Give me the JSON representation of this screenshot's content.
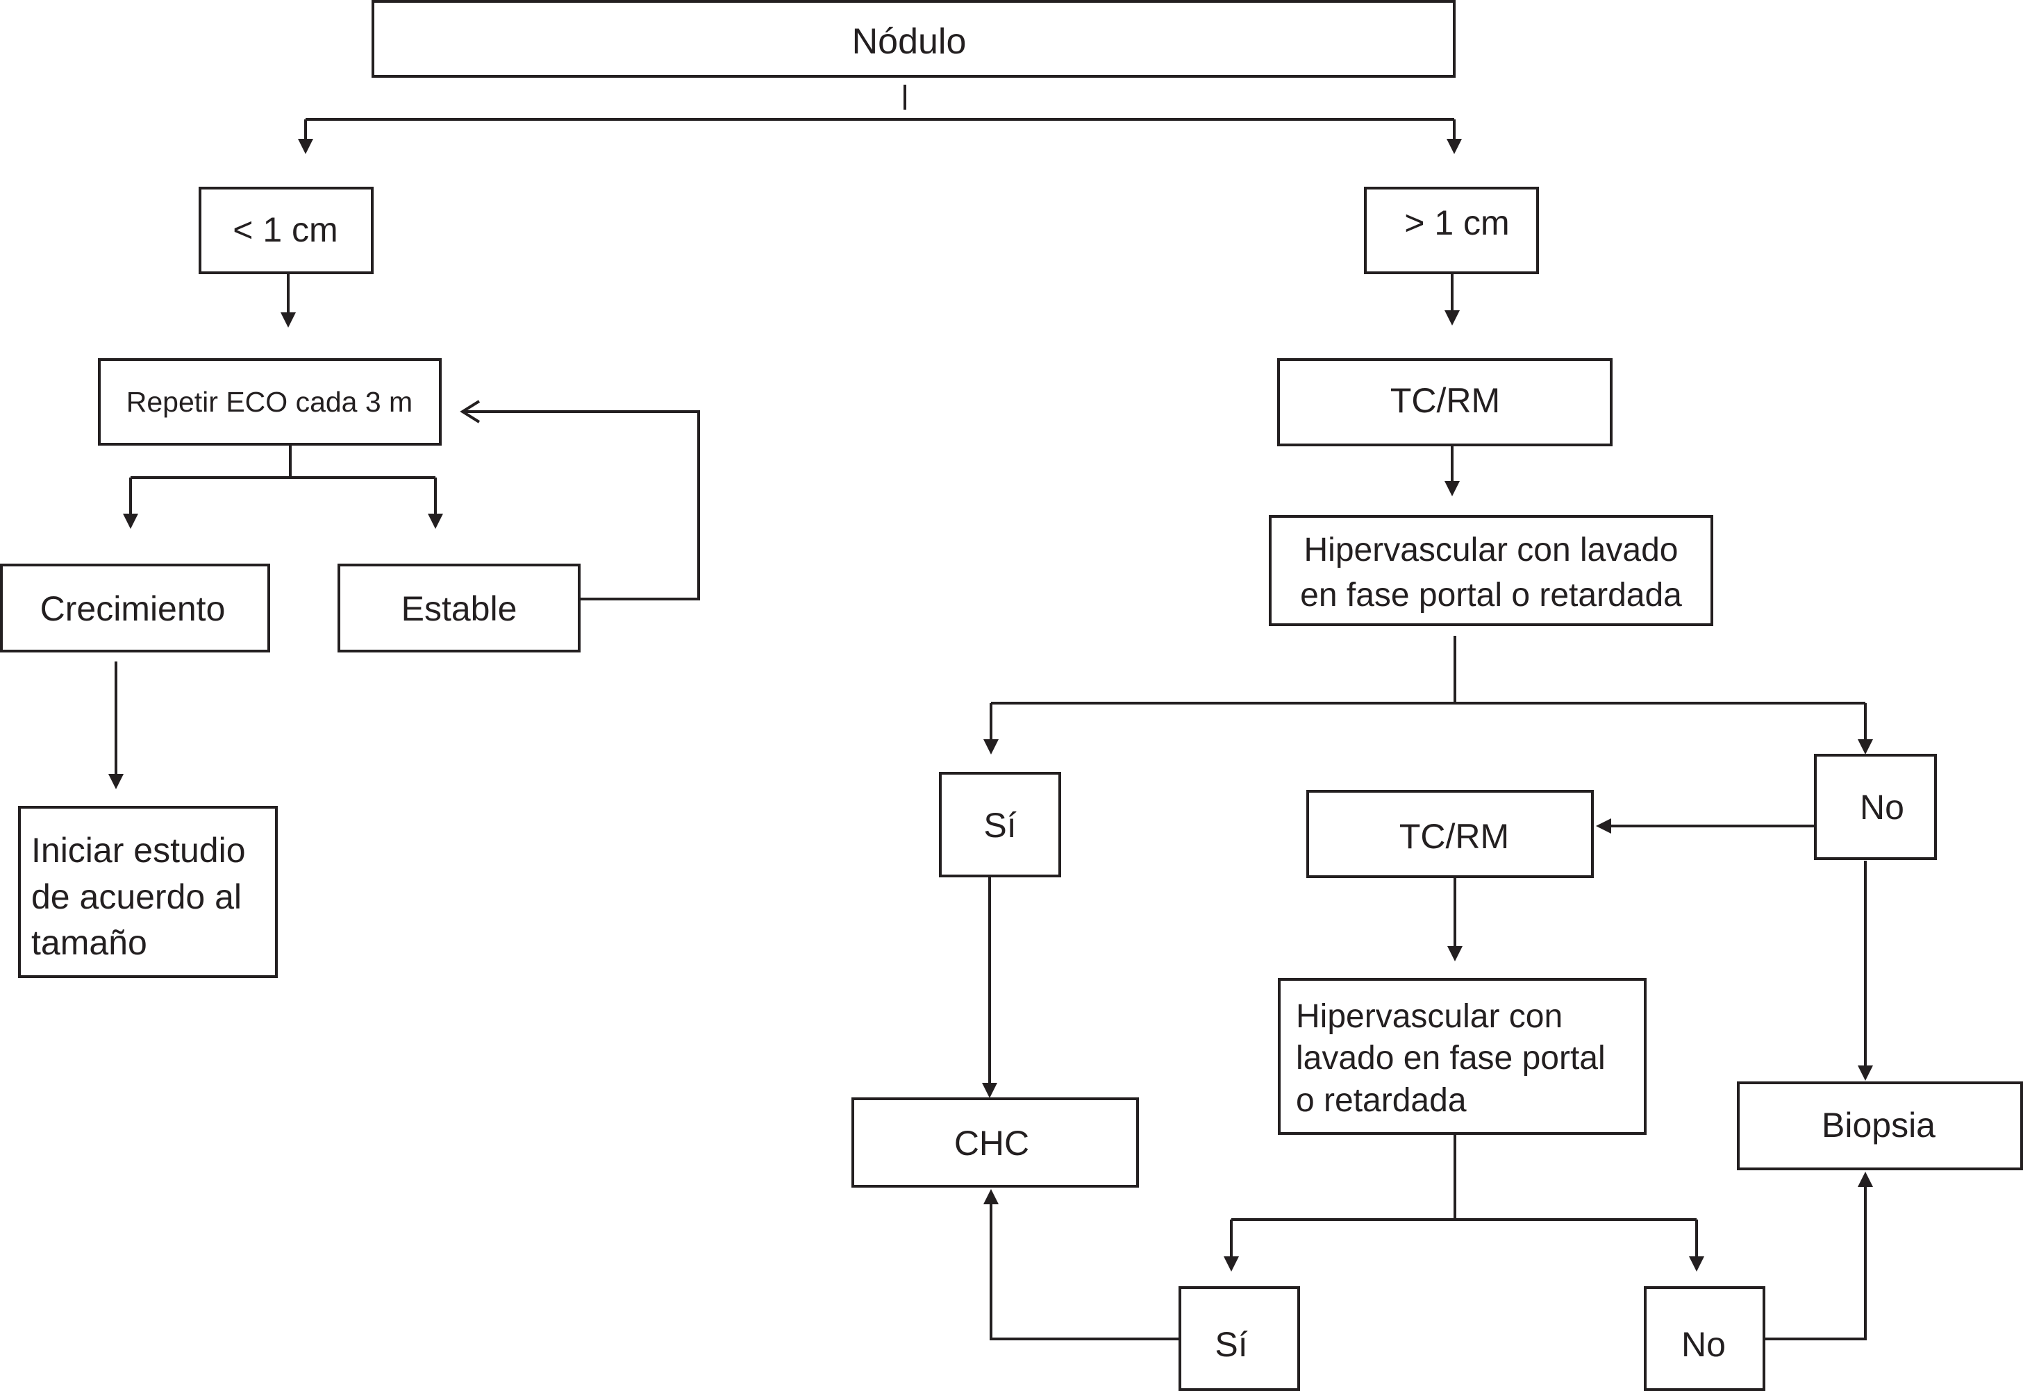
{
  "colors": {
    "stroke": "#231f20",
    "background": "#ffffff"
  },
  "nodes": {
    "nodulo": "Nódulo",
    "lt1cm": "< 1 cm",
    "gt1cm": "> 1 cm",
    "repetir": "Repetir ECO cada 3 m",
    "crecimiento": "Crecimiento",
    "estable": "Estable",
    "iniciar": [
      "Iniciar estudio",
      "de acuerdo al",
      "tamaño"
    ],
    "tcrm1": "TC/RM",
    "hiper1": [
      "Hipervascular con lavado",
      "en fase portal o retardada"
    ],
    "si1": "Sí",
    "no1": "No",
    "tcrm2": "TC/RM",
    "hiper2": [
      "Hipervascular con",
      "lavado en fase portal",
      "o retardada"
    ],
    "chc": "CHC",
    "biopsia": "Biopsia",
    "si2": "Sí",
    "no2": "No"
  }
}
